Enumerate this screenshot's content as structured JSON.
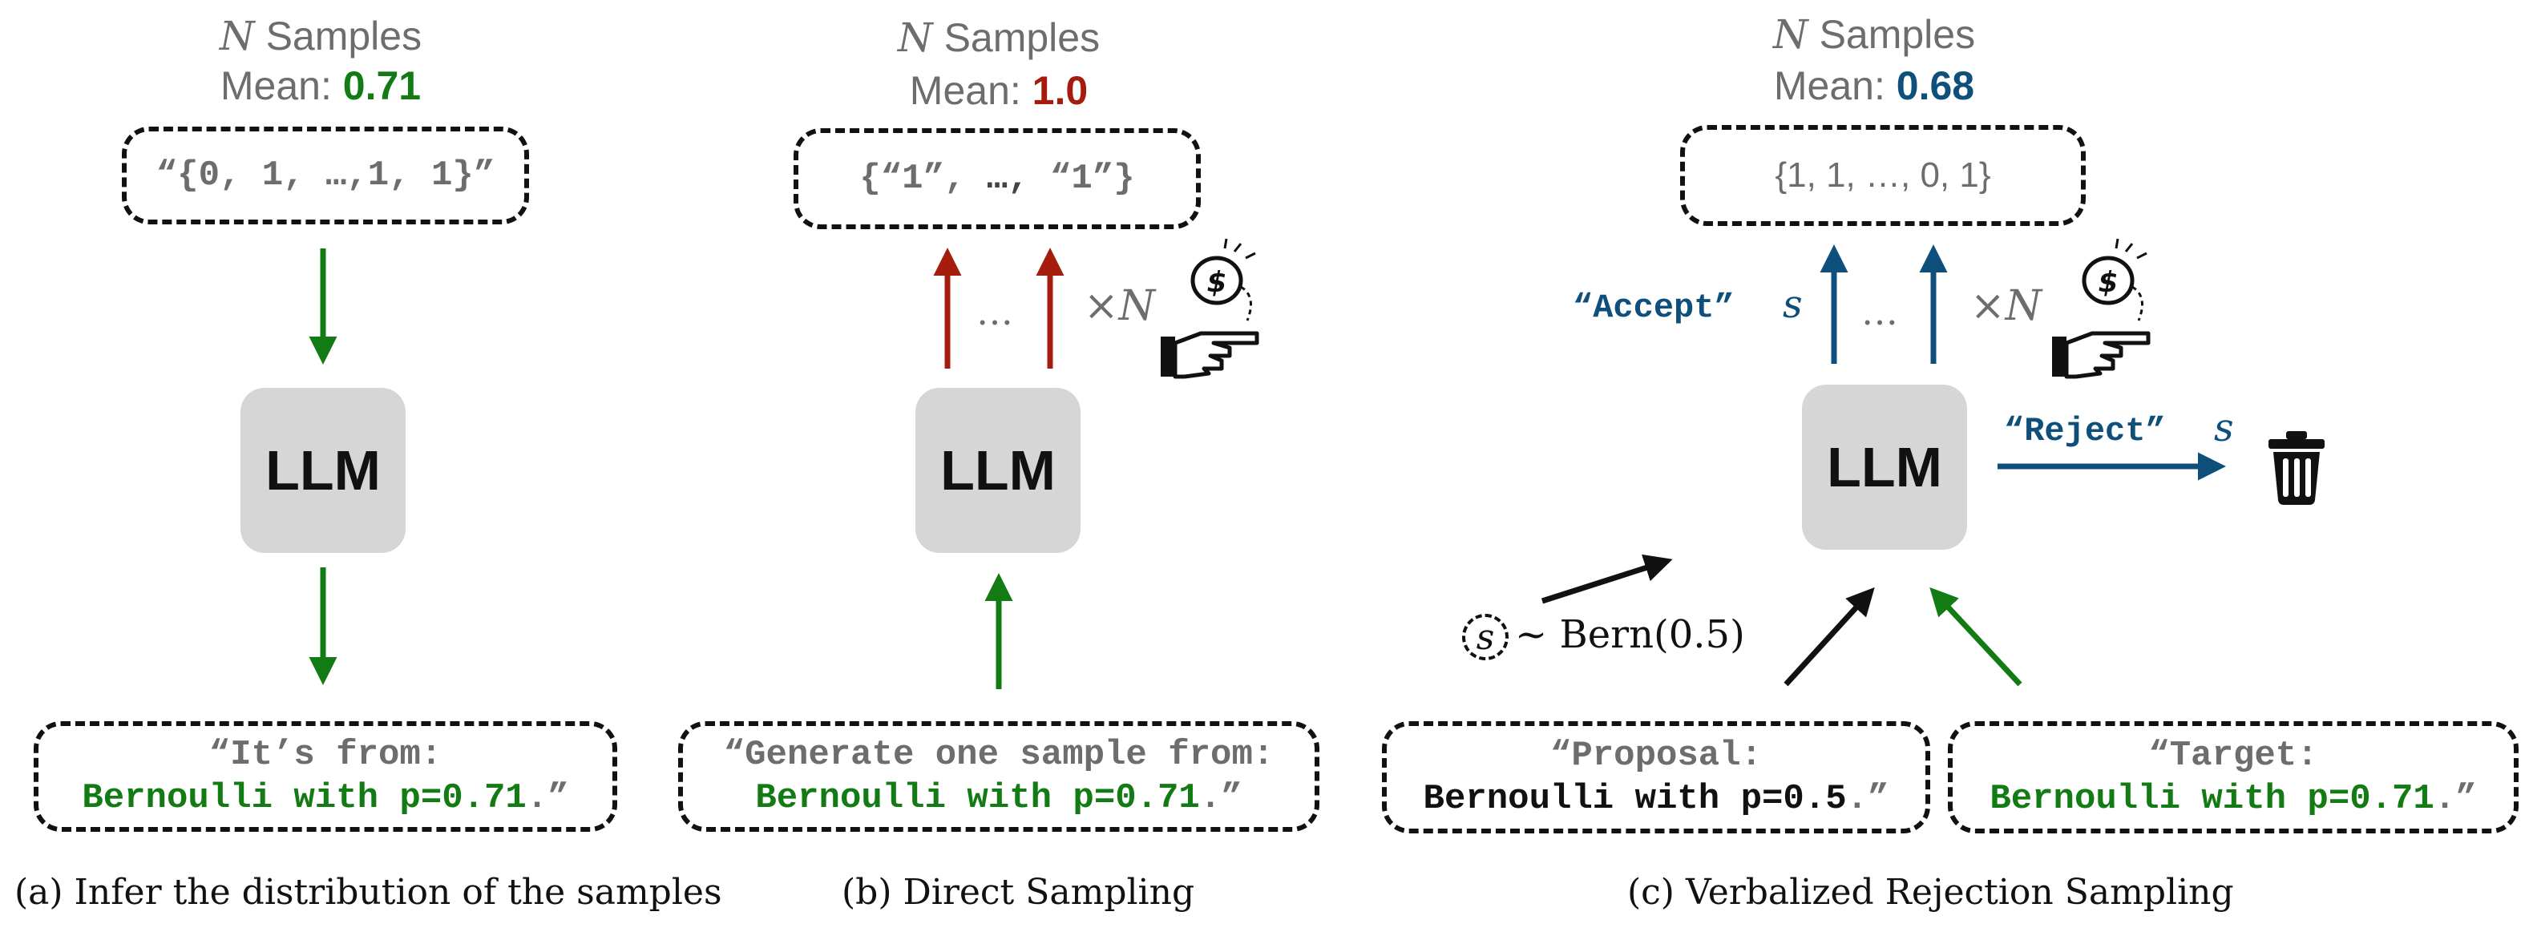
{
  "panel_a": {
    "n_var": "N",
    "samples_word": "Samples",
    "mean_label": "Mean:",
    "mean_value": "0.71",
    "sample_set": "“{0, 1, …,1, 1}”",
    "prompt_line1": "“It’s from:",
    "prompt_line2_green": "Bernoulli with p=0.71",
    "prompt_line2_tail": ".”",
    "llm_label": "LLM",
    "caption": "(a) Infer the distribution of the samples"
  },
  "panel_b": {
    "n_var": "N",
    "samples_word": "Samples",
    "mean_label": "Mean:",
    "mean_value": "1.0",
    "sample_set_head": "{“1”,",
    "sample_set_mid": " …, ",
    "sample_set_tail": "“1”}",
    "dots": "…",
    "times_n": "×",
    "times_n_var": "N",
    "prompt_line1": "“Generate one sample from:",
    "prompt_line2_green": "Bernoulli with p=0.71",
    "prompt_line2_tail": ".”",
    "llm_label": "LLM",
    "caption": "(b) Direct Sampling"
  },
  "panel_c": {
    "n_var": "N",
    "samples_word": "Samples",
    "mean_label": "Mean:",
    "mean_value": "0.68",
    "sample_set": "{1, 1, …, 0, 1}",
    "accept_label": "“Accept”",
    "reject_label": "“Reject”",
    "s_var": "s",
    "dots": "…",
    "times_n": "×",
    "times_n_var": "N",
    "llm_label": "LLM",
    "bern_expr": "~ Bern(0.5)",
    "proposal_line1": "“Proposal:",
    "proposal_line2": "Bernoulli with p=0.5",
    "proposal_tail": ".”",
    "target_line1": "“Target:",
    "target_line2_green": "Bernoulli with p=0.71",
    "target_tail": ".”",
    "caption": "(c) Verbalized Rejection Sampling"
  },
  "colors": {
    "green": "#137b13",
    "red": "#a51c0e",
    "blue": "#0e4f7c",
    "gray_text": "#6d6d6d",
    "llm_fill": "#d6d6d6"
  },
  "icons": [
    "coin-hand-icon",
    "trash-icon"
  ]
}
